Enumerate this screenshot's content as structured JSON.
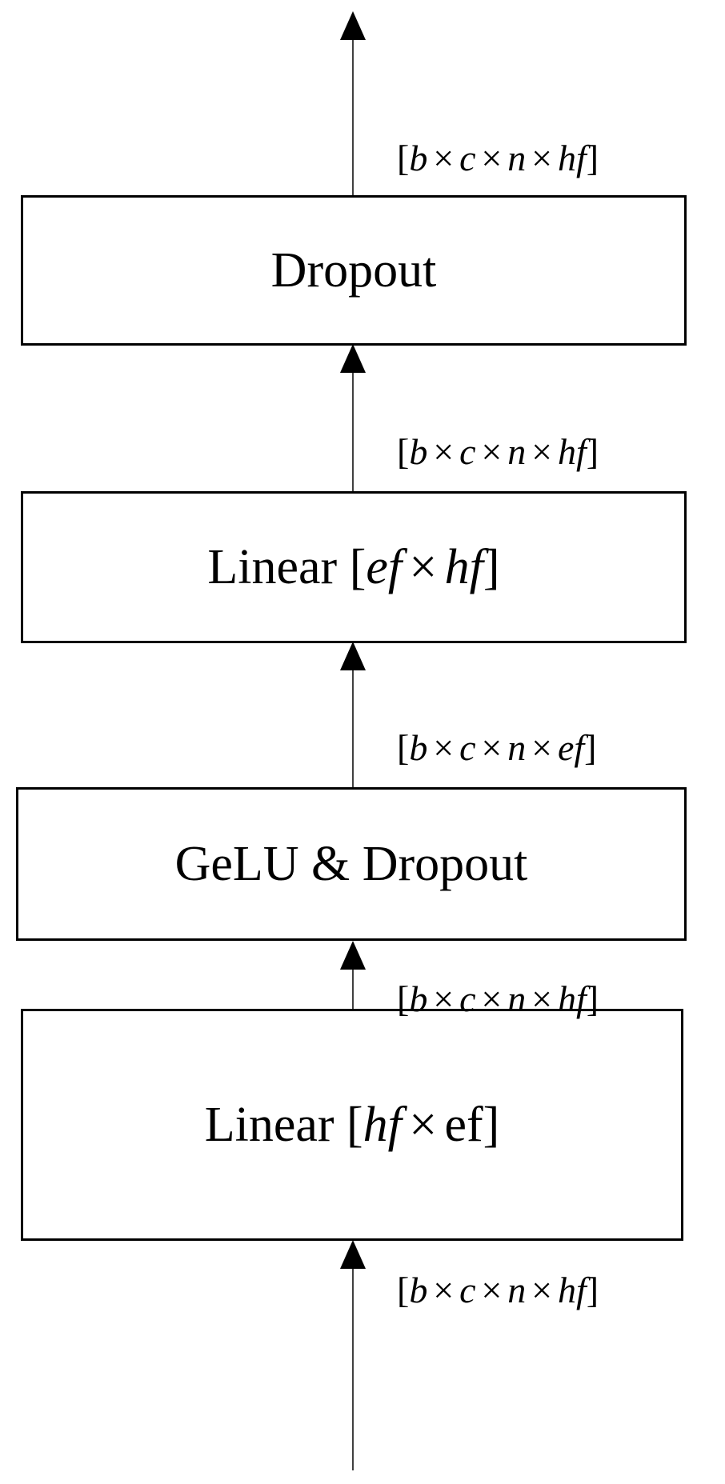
{
  "layers": [
    {
      "id": "dropout",
      "label": "Dropout"
    },
    {
      "id": "linear-ef-hf",
      "label_prefix": "Linear",
      "open": "[",
      "a": "ef",
      "op": "×",
      "b": "hf",
      "close": "]"
    },
    {
      "id": "gelu-dropout",
      "label": "GeLU & Dropout"
    },
    {
      "id": "linear-hf-ef",
      "label_prefix": "Linear",
      "open": "[",
      "a": "hf",
      "op": "×",
      "b": "ef",
      "close": "]"
    }
  ],
  "shapes": [
    {
      "id": "output",
      "open": "[",
      "terms": [
        "b",
        "c",
        "n",
        "hf"
      ],
      "op": "×",
      "close": "]"
    },
    {
      "id": "after-linear-2",
      "open": "[",
      "terms": [
        "b",
        "c",
        "n",
        "hf"
      ],
      "op": "×",
      "close": "]"
    },
    {
      "id": "after-gelu",
      "open": "[",
      "terms": [
        "b",
        "c",
        "n",
        "ef"
      ],
      "op": "×",
      "close": "]"
    },
    {
      "id": "after-linear-1",
      "open": "[",
      "terms": [
        "b",
        "c",
        "n",
        "hf"
      ],
      "op": "×",
      "close": "]"
    },
    {
      "id": "input",
      "open": "[",
      "terms": [
        "b",
        "c",
        "n",
        "hf"
      ],
      "op": "×",
      "close": "]"
    }
  ],
  "colors": {
    "stroke": "#000000",
    "background": "#ffffff"
  }
}
